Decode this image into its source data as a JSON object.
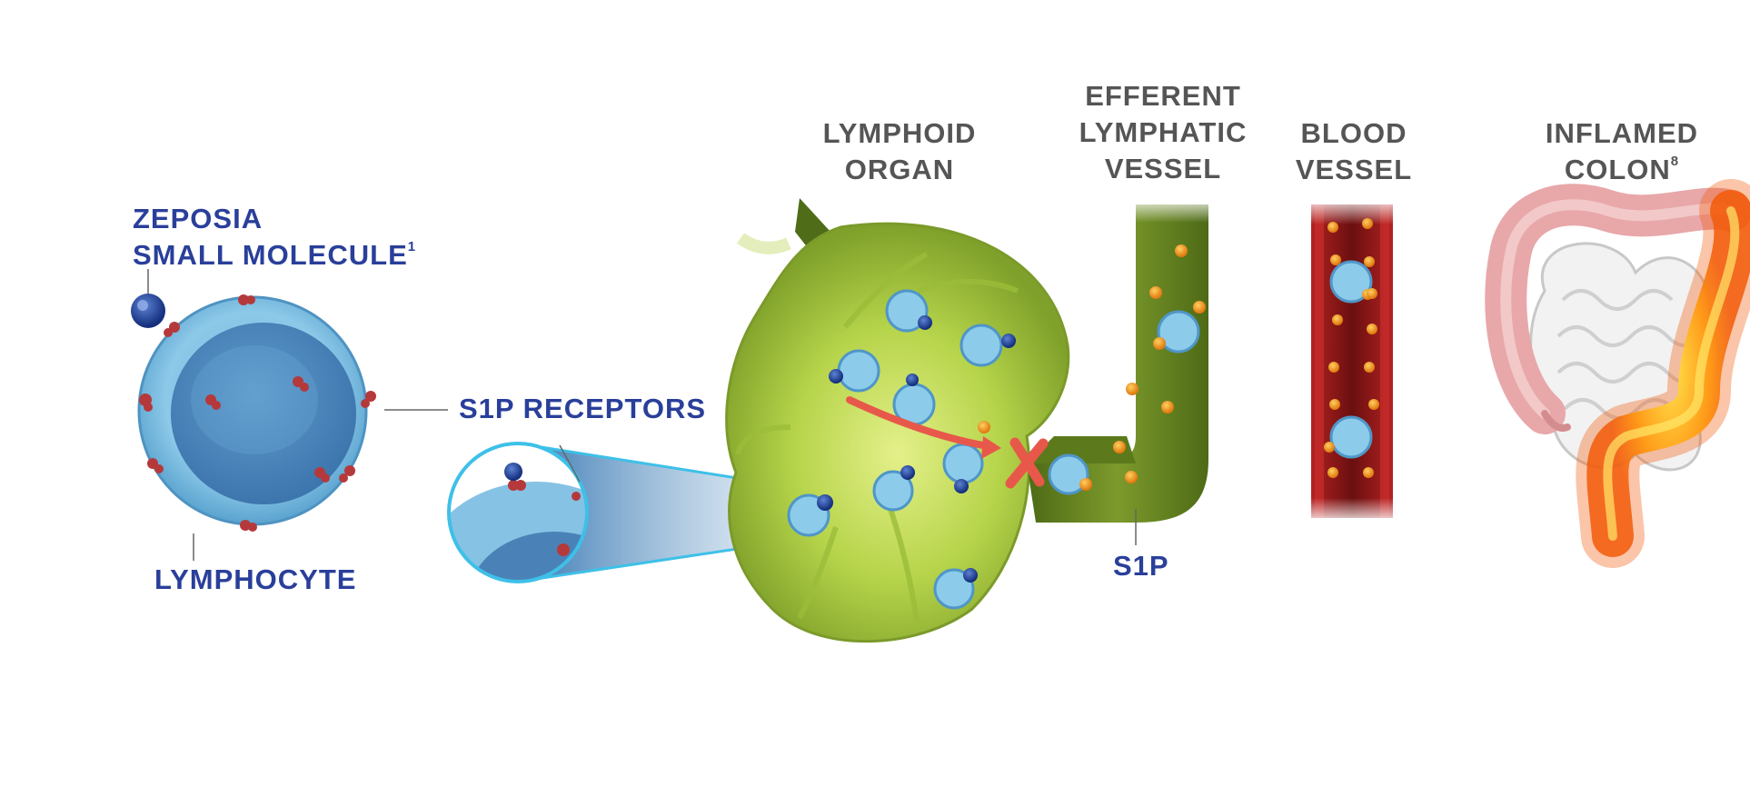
{
  "labels": {
    "zeposia": {
      "line1": "ZEPOSIA",
      "line2": "SMALL MOLECULE",
      "ref": "1"
    },
    "lymphocyte": "LYMPHOCYTE",
    "s1p_receptors": "S1P RECEPTORS",
    "lymphoid_organ": {
      "line1": "LYMPHOID",
      "line2": "ORGAN"
    },
    "efferent_vessel": {
      "line1": "EFFERENT",
      "line2": "LYMPHATIC",
      "line3": "VESSEL"
    },
    "blood_vessel": {
      "line1": "BLOOD",
      "line2": "VESSEL"
    },
    "inflamed_colon": {
      "line1": "INFLAMED",
      "line2": "COLON",
      "ref": "8"
    },
    "s1p": "S1P"
  },
  "colors": {
    "label_blue": "#2a3f9a",
    "label_grey": "#555555",
    "lymphocyte": "#6fb7dd",
    "receptor": "#b5393b",
    "molecule": "#1f3d8f",
    "organ": "#a8c83a",
    "organ_dark": "#5d7a1e",
    "blood_vessel": "#7c1414",
    "s1p_dot": "#f0a020",
    "arrow": "#e8584a",
    "colon_pink": "#e8a7a9",
    "colon_inflamed": "#f77a10"
  }
}
